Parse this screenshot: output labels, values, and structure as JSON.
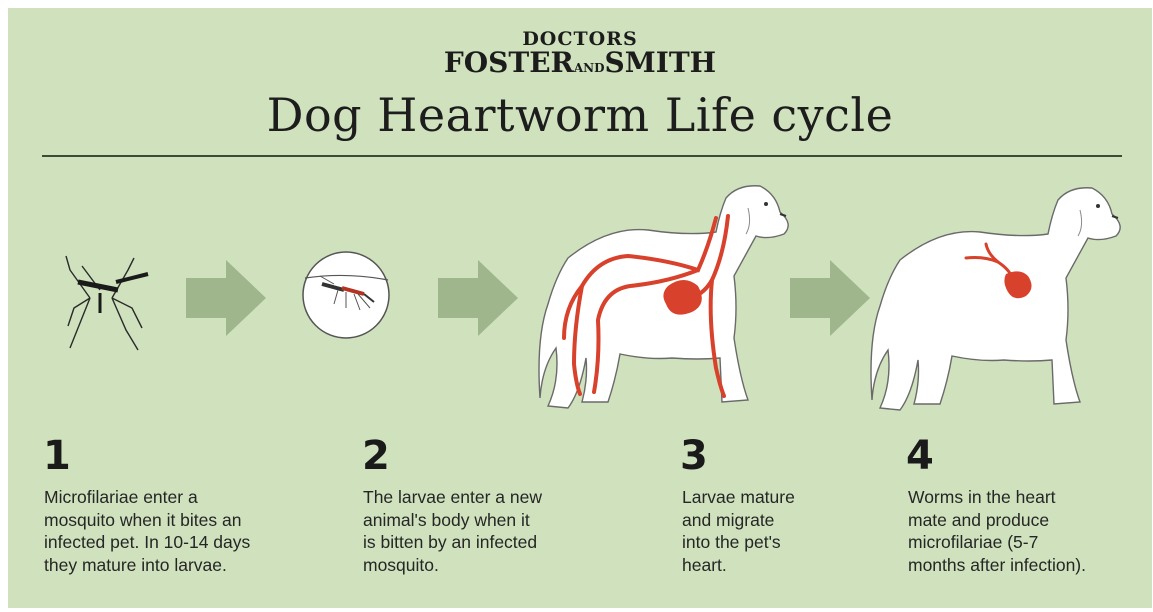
{
  "brand": {
    "top_line": "DOCTORS",
    "foster": "FOSTER",
    "and": "AND",
    "smith": "SMITH"
  },
  "title": "Dog Heartworm Life cycle",
  "steps": [
    {
      "number": "1",
      "lines": [
        "Microfilariae enter a",
        "mosquito when it bites an",
        "infected pet. In 10-14 days",
        "they mature into larvae."
      ]
    },
    {
      "number": "2",
      "lines": [
        "The larvae enter a new",
        "animal's body when it",
        "is bitten by an infected",
        "mosquito."
      ]
    },
    {
      "number": "3",
      "lines": [
        "Larvae mature",
        "and migrate",
        "into the pet's",
        "heart."
      ]
    },
    {
      "number": "4",
      "lines": [
        "Worms in the heart",
        "mate and produce",
        "microfilariae (5-7",
        "months after infection)."
      ]
    }
  ],
  "icons": [
    "mosquito-icon",
    "arrow-right-icon",
    "mosquito-bite-icon",
    "dog-migration-icon",
    "dog-heart-icon"
  ],
  "colors": {
    "background": "#cfe2bd",
    "arrow": "#9fb58c",
    "worm": "#d8412b",
    "text": "#262626"
  }
}
